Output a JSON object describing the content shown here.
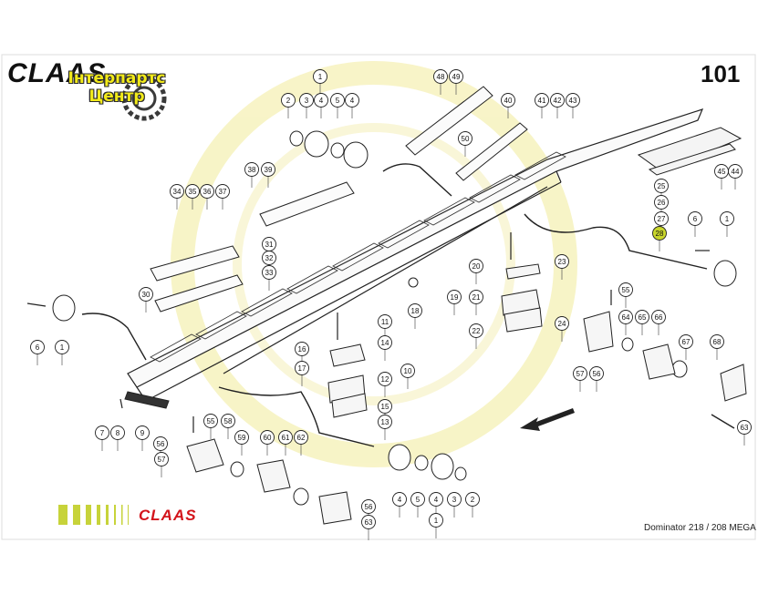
{
  "header": {
    "brand": "CLAAS",
    "page_number": "101"
  },
  "stamp": {
    "line1": "Інтерпартс",
    "line2": "Центр"
  },
  "footer": {
    "brand": "CLAAS",
    "model": "Dominator 218 / 208 MEGA"
  },
  "colors": {
    "line": "#222222",
    "brand_red": "#d3141b",
    "stamp_yellow": "#f2ea1a",
    "stamp_gear": "#3a3a3a",
    "watermark": "#f7f3c2",
    "highlight": "#c8d62b",
    "footer_bar": "#c7d33a"
  },
  "callouts": [
    {
      "id": "c1a",
      "label": "1"
    },
    {
      "id": "c2a",
      "label": "2"
    },
    {
      "id": "c3a",
      "label": "3"
    },
    {
      "id": "c4a",
      "label": "4"
    },
    {
      "id": "c5a",
      "label": "5"
    },
    {
      "id": "c4b",
      "label": "4"
    },
    {
      "id": "c48",
      "label": "48"
    },
    {
      "id": "c49",
      "label": "49"
    },
    {
      "id": "c40",
      "label": "40"
    },
    {
      "id": "c41",
      "label": "41"
    },
    {
      "id": "c42",
      "label": "42"
    },
    {
      "id": "c43",
      "label": "43"
    },
    {
      "id": "c50",
      "label": "50"
    },
    {
      "id": "c38",
      "label": "38"
    },
    {
      "id": "c39",
      "label": "39"
    },
    {
      "id": "c34",
      "label": "34"
    },
    {
      "id": "c35",
      "label": "35"
    },
    {
      "id": "c36",
      "label": "36"
    },
    {
      "id": "c37",
      "label": "37"
    },
    {
      "id": "c31",
      "label": "31"
    },
    {
      "id": "c32",
      "label": "32"
    },
    {
      "id": "c33",
      "label": "33"
    },
    {
      "id": "c30",
      "label": "30"
    },
    {
      "id": "c45",
      "label": "45"
    },
    {
      "id": "c44",
      "label": "44"
    },
    {
      "id": "c25",
      "label": "25"
    },
    {
      "id": "c26",
      "label": "26"
    },
    {
      "id": "c27",
      "label": "27"
    },
    {
      "id": "c28",
      "label": "28"
    },
    {
      "id": "c6a",
      "label": "6"
    },
    {
      "id": "c1b",
      "label": "1"
    },
    {
      "id": "c20",
      "label": "20"
    },
    {
      "id": "c23",
      "label": "23"
    },
    {
      "id": "c19",
      "label": "19"
    },
    {
      "id": "c21",
      "label": "21"
    },
    {
      "id": "c22",
      "label": "22"
    },
    {
      "id": "c24",
      "label": "24"
    },
    {
      "id": "c18",
      "label": "18"
    },
    {
      "id": "c55a",
      "label": "55"
    },
    {
      "id": "c64",
      "label": "64"
    },
    {
      "id": "c65",
      "label": "65"
    },
    {
      "id": "c66",
      "label": "66"
    },
    {
      "id": "c67",
      "label": "67"
    },
    {
      "id": "c68",
      "label": "68"
    },
    {
      "id": "c57a",
      "label": "57"
    },
    {
      "id": "c56a",
      "label": "56"
    },
    {
      "id": "c63a",
      "label": "63"
    },
    {
      "id": "c6b",
      "label": "6"
    },
    {
      "id": "c1c",
      "label": "1"
    },
    {
      "id": "c16",
      "label": "16"
    },
    {
      "id": "c11",
      "label": "11"
    },
    {
      "id": "c14",
      "label": "14"
    },
    {
      "id": "c10",
      "label": "10"
    },
    {
      "id": "c12",
      "label": "12"
    },
    {
      "id": "c15",
      "label": "15"
    },
    {
      "id": "c13",
      "label": "13"
    },
    {
      "id": "c17",
      "label": "17"
    },
    {
      "id": "c7",
      "label": "7"
    },
    {
      "id": "c8",
      "label": "8"
    },
    {
      "id": "c9",
      "label": "9"
    },
    {
      "id": "c55b",
      "label": "55"
    },
    {
      "id": "c58",
      "label": "58"
    },
    {
      "id": "c56b",
      "label": "56"
    },
    {
      "id": "c57b",
      "label": "57"
    },
    {
      "id": "c59",
      "label": "59"
    },
    {
      "id": "c60",
      "label": "60"
    },
    {
      "id": "c61",
      "label": "61"
    },
    {
      "id": "c62",
      "label": "62"
    },
    {
      "id": "c56c",
      "label": "56"
    },
    {
      "id": "c63b",
      "label": "63"
    },
    {
      "id": "c4c",
      "label": "4"
    },
    {
      "id": "c5b",
      "label": "5"
    },
    {
      "id": "c4d",
      "label": "4"
    },
    {
      "id": "c3b",
      "label": "3"
    },
    {
      "id": "c2b",
      "label": "2"
    },
    {
      "id": "c1d",
      "label": "1"
    }
  ]
}
